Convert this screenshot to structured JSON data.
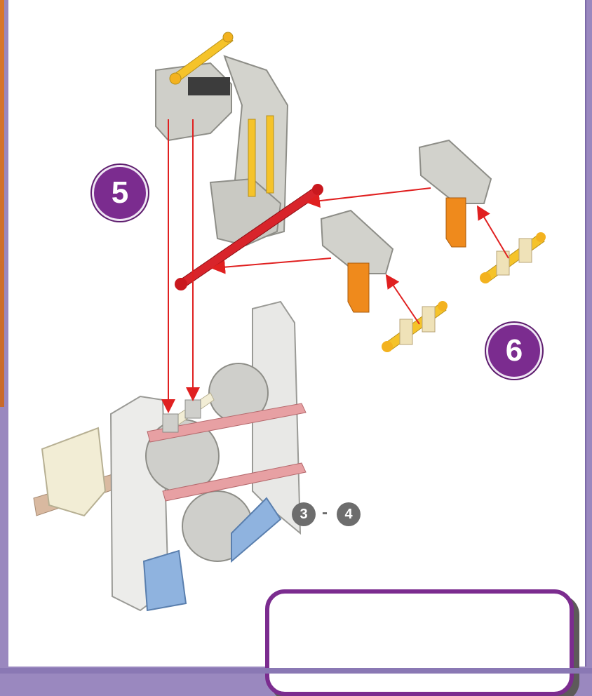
{
  "steps": {
    "step5": "5",
    "step6": "6",
    "ref_from": "3",
    "ref_dash": "-",
    "ref_to": "4"
  },
  "colors": {
    "purple": "#7b2c8f",
    "arrow": "#e02020",
    "gray_part": "#c9c9c3",
    "yellow_rod": "#f5c32a",
    "red_rod": "#d8242b",
    "orange_part": "#ef8a1c",
    "blue_part": "#8fb3df",
    "pink_rod": "#e7a0a3"
  }
}
